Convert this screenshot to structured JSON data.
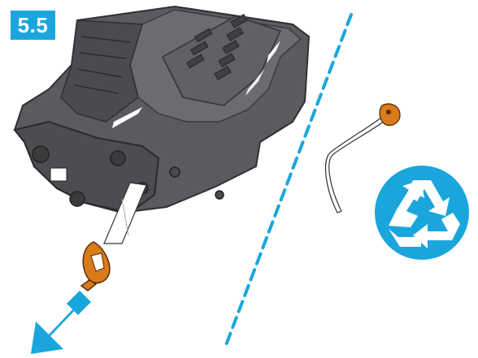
{
  "step": {
    "label": "5.5"
  },
  "colors": {
    "accent": "#1aa6dd",
    "cartridge_body": "#5a5b5e",
    "cartridge_dark": "#3f4043",
    "cartridge_light": "#77787c",
    "tab_orange": "#d97a1c",
    "pull_tape": "#ffffff"
  },
  "icons": {
    "step_badge": "step-number-badge",
    "recycle": "recycle-icon",
    "arrow": "pull-direction-arrow"
  }
}
